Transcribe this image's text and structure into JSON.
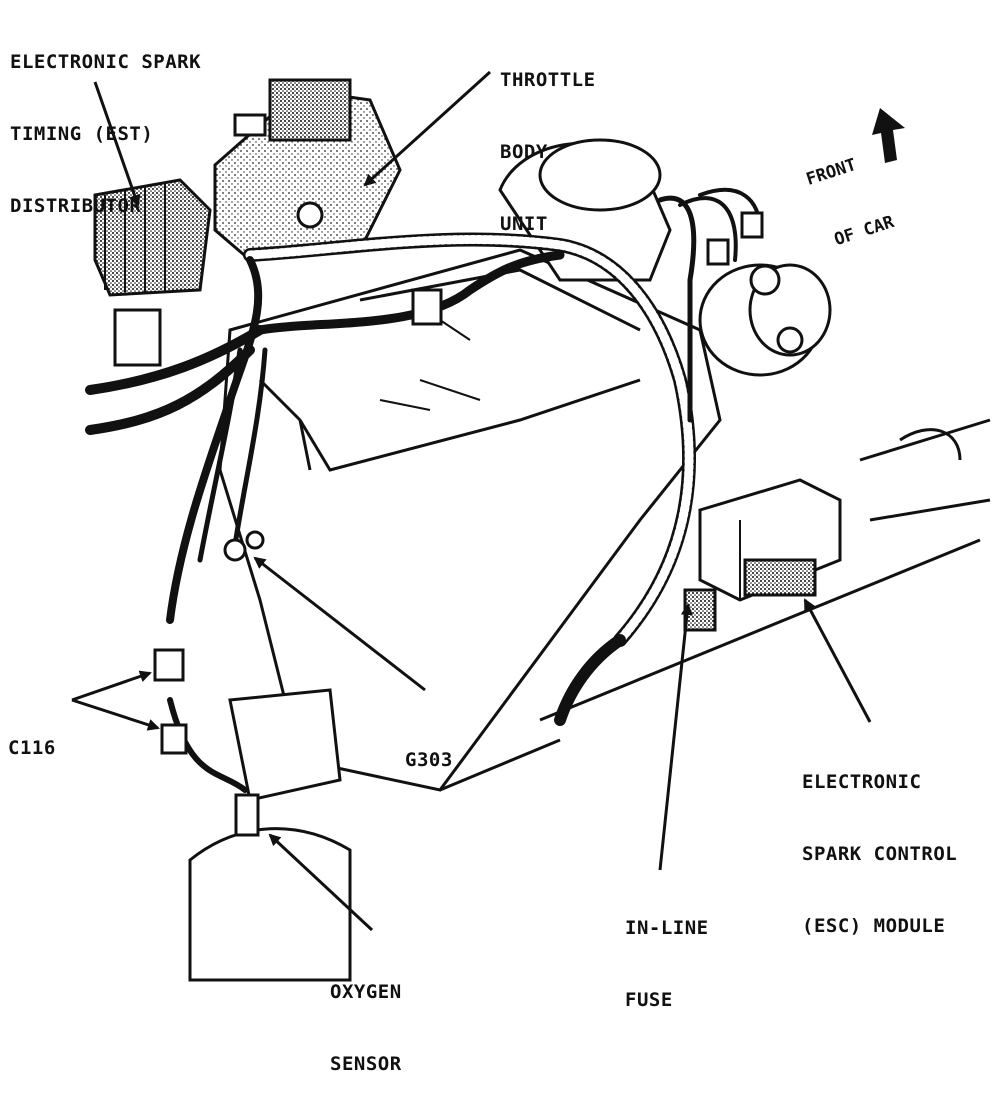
{
  "labels": {
    "distributor": [
      "ELECTRONIC SPARK",
      "TIMING (EST)",
      "DISTRIBUTOR"
    ],
    "throttle_body": [
      "THROTTLE",
      "BODY",
      "UNIT"
    ],
    "front_of_car": [
      "FRONT",
      "OF CAR"
    ],
    "c116": "C116",
    "g303": "G303",
    "esc_module": [
      "ELECTRONIC",
      "SPARK CONTROL",
      "(ESC) MODULE"
    ],
    "inline_fuse": [
      "IN-LINE",
      "FUSE"
    ],
    "oxygen_sensor": [
      "OXYGEN",
      "SENSOR"
    ]
  },
  "colors": {
    "ink": "#111111",
    "paper": "#ffffff"
  }
}
